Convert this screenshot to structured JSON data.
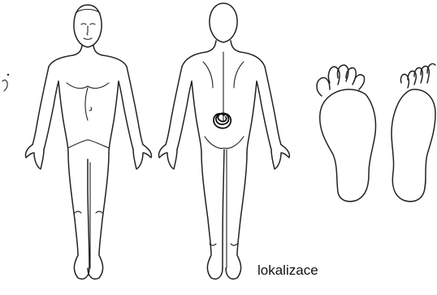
{
  "caption": "lokalizace",
  "views": [
    {
      "name": "front-figure",
      "label": ""
    },
    {
      "name": "back-figure",
      "label": ""
    },
    {
      "name": "left-sole",
      "label": ""
    },
    {
      "name": "right-sole",
      "label": ""
    }
  ],
  "markers": [
    {
      "name": "pain-scribble",
      "region": "lower-back"
    }
  ],
  "colors": {
    "ink": "#222222",
    "background": "#ffffff"
  }
}
